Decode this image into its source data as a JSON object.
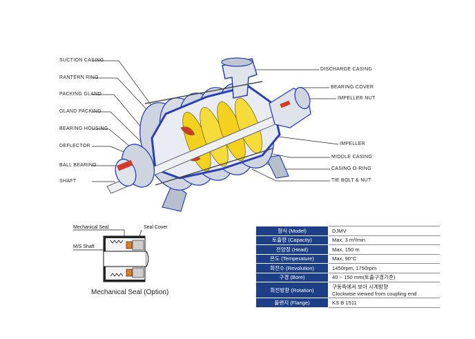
{
  "left_labels": [
    {
      "id": "suction-casing",
      "text": "SUCTION CASING"
    },
    {
      "id": "rantern-ring",
      "text": "RANTERN RING"
    },
    {
      "id": "packing-gland",
      "text": "PACKING GLAND"
    },
    {
      "id": "gland-packing",
      "text": "GLAND PACKING"
    },
    {
      "id": "bearing-housing",
      "text": "BEARING HOUSING"
    },
    {
      "id": "deflector",
      "text": "DEFLECTOR"
    },
    {
      "id": "ball-bearing",
      "text": "BALL BEARING"
    },
    {
      "id": "shaft",
      "text": "SHAFT"
    }
  ],
  "right_labels": [
    {
      "id": "discharge-casing",
      "text": "DISCHARGE   CASING"
    },
    {
      "id": "bearing-cover",
      "text": "BEARING COVER"
    },
    {
      "id": "impeller-nut",
      "text": "IMPELLER NUT"
    },
    {
      "id": "impeller",
      "text": "IMPELLER"
    },
    {
      "id": "middle-casing",
      "text": "MIDDLE CASING"
    },
    {
      "id": "casing-o-ring",
      "text": "CASING O-RING"
    },
    {
      "id": "tie-bolt-nut",
      "text": "TIE BOLT & NUT"
    }
  ],
  "seal_detail": {
    "mechanical_seal": "Mechanical Seal",
    "seal_cover": "Seal Cover",
    "ms_shaft": "M/S Shaft",
    "title": "Mechanical Seal (Option)"
  },
  "spec_table": {
    "rows": [
      {
        "key": "형식 (Model)",
        "value": "DJMV"
      },
      {
        "key": "토출량 (Capacity)",
        "value": "Max, 3 m³/min"
      },
      {
        "key": "전양정 (Head)",
        "value": "Max, 150 m"
      },
      {
        "key": "온도 (Temperature)",
        "value": "Max, 90°C"
      },
      {
        "key": "회전수 (Revolution)",
        "value": "1450rpm, 1750rpm"
      },
      {
        "key": "구경 (Bore)",
        "value": "40 ~ 150 mm(토출구경기준)"
      },
      {
        "key": "회전방향 (Rotation)",
        "value": "구동측에서 보아 시계방향",
        "value2": "Clockwise viewed from coupling end"
      },
      {
        "key": "플랜지 (Flange)",
        "value": "KS B 1511"
      }
    ]
  },
  "colors": {
    "casing_blue": "#2a3fb3",
    "casing_silver": "#c9cfda",
    "impeller_yellow": "#f2d21f",
    "accent_red": "#d23a2a",
    "table_header": "#1c3f86"
  }
}
